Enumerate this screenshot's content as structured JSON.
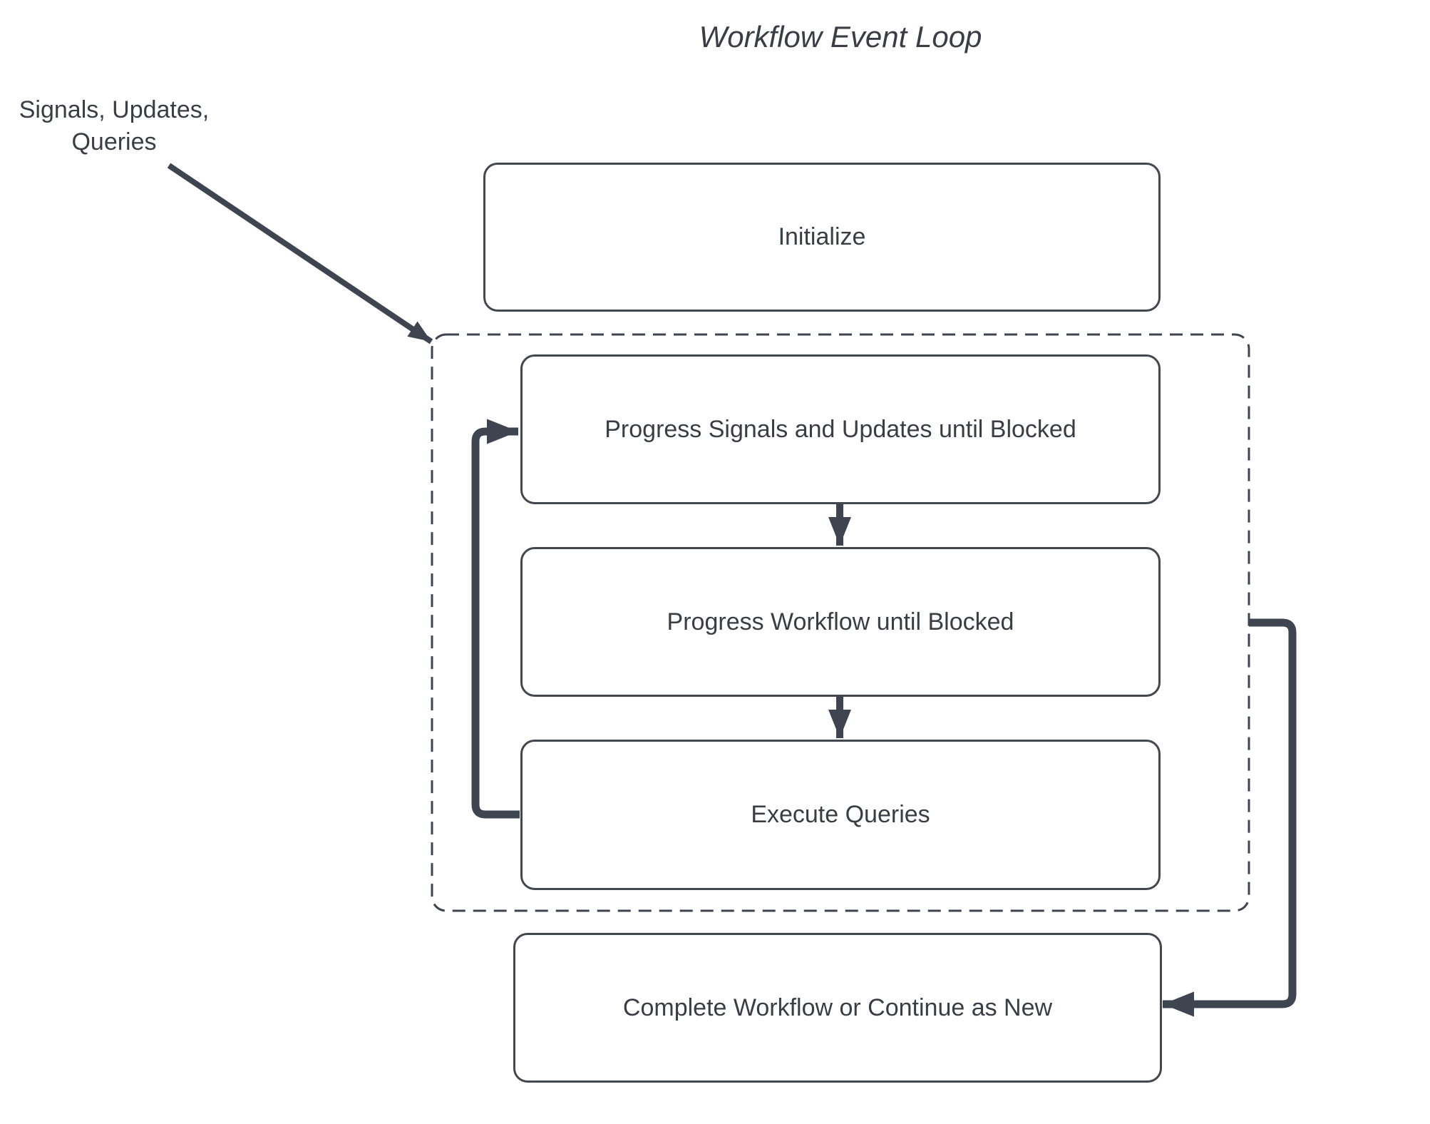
{
  "title": "Workflow Event Loop",
  "input_label": {
    "line1": "Signals, Updates,",
    "line2": "Queries",
    "full": "Signals, Updates, Queries"
  },
  "nodes": {
    "initialize": {
      "label": "Initialize"
    },
    "progress_signals": {
      "label": "Progress Signals and Updates until Blocked"
    },
    "progress_workflow": {
      "label": "Progress Workflow until Blocked"
    },
    "execute_queries": {
      "label": "Execute Queries"
    },
    "complete": {
      "label": "Complete Workflow or Continue as New"
    }
  },
  "edges": [
    {
      "from": "signals-updates-queries-input",
      "to": "event-loop-group",
      "kind": "external-input"
    },
    {
      "from": "progress-signals",
      "to": "progress-workflow",
      "kind": "down"
    },
    {
      "from": "progress-workflow",
      "to": "execute-queries",
      "kind": "down"
    },
    {
      "from": "execute-queries",
      "to": "progress-signals",
      "kind": "loop-back"
    },
    {
      "from": "progress-workflow",
      "to": "complete",
      "kind": "exit-loop"
    }
  ],
  "colors": {
    "stroke": "#3e4450",
    "box_border": "#43474e",
    "text": "#3a3e44",
    "background": "#ffffff"
  }
}
